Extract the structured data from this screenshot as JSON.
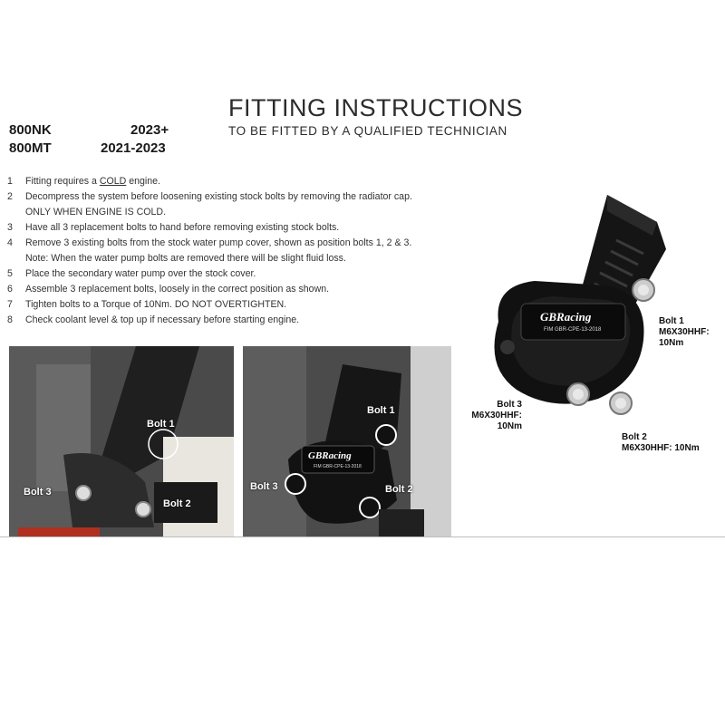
{
  "header": {
    "title": "FITTING INSTRUCTIONS",
    "subtitle": "TO BE FITTED BY A QUALIFIED TECHNICIAN"
  },
  "models": [
    {
      "name": "800NK",
      "years": "2023+"
    },
    {
      "name": "800MT",
      "years": "2021-2023"
    }
  ],
  "steps": [
    {
      "num": "1",
      "pre": "Fitting requires a ",
      "emph": "COLD",
      "post": " engine.",
      "note": ""
    },
    {
      "num": "2",
      "pre": "Decompress the system before loosening existing stock bolts by removing the radiator cap.",
      "emph": "",
      "post": "",
      "note": "ONLY WHEN ENGINE IS COLD."
    },
    {
      "num": "3",
      "pre": "Have all 3 replacement bolts to hand before removing existing stock bolts.",
      "emph": "",
      "post": "",
      "note": ""
    },
    {
      "num": "4",
      "pre": "Remove 3 existing bolts from the stock water pump cover, shown as position bolts 1, 2 & 3.",
      "emph": "",
      "post": "",
      "note": "Note: When the water pump bolts are removed there will be slight fluid loss."
    },
    {
      "num": "5",
      "pre": "Place the secondary water pump over the stock cover.",
      "emph": "",
      "post": "",
      "note": ""
    },
    {
      "num": "6",
      "pre": "Assemble 3 replacement bolts, loosely in the correct position as shown.",
      "emph": "",
      "post": "",
      "note": ""
    },
    {
      "num": "7",
      "pre": "Tighten bolts to a Torque of 10Nm.  DO NOT OVERTIGHTEN.",
      "emph": "",
      "post": "",
      "note": ""
    },
    {
      "num": "8",
      "pre": "Check coolant level & top up if necessary before starting engine.",
      "emph": "",
      "post": "",
      "note": ""
    }
  ],
  "product": {
    "brand": "GBRacing",
    "code": "FIM GBR-CPE-13-2018",
    "bolts": [
      {
        "label": "Bolt 1",
        "spec": "M6X30HHF:",
        "torque": "10Nm"
      },
      {
        "label": "Bolt 3",
        "spec": "M6X30HHF:",
        "torque": "10Nm"
      },
      {
        "label": "Bolt 2",
        "spec": "M6X30HHF: 10Nm",
        "torque": ""
      }
    ]
  },
  "photo_left": {
    "bolt1": "Bolt 1",
    "bolt2": "Bolt 2",
    "bolt3": "Bolt 3"
  },
  "photo_right": {
    "bolt1": "Bolt 1",
    "bolt2": "Bolt 2",
    "bolt3": "Bolt 3",
    "brand": "GBRacing",
    "code": "FIM GBR-CPE-13-2018"
  }
}
